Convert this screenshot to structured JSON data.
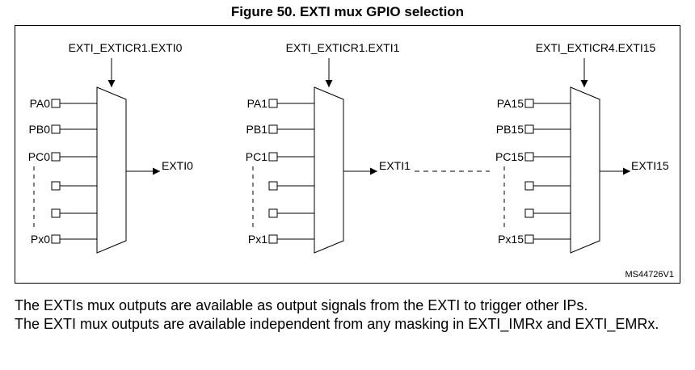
{
  "figure": {
    "title": "Figure 50. EXTI mux GPIO selection"
  },
  "muxes": [
    {
      "select_label": "EXTI_EXTICR1.EXTI0",
      "inputs": [
        "PA0",
        "PB0",
        "PC0",
        "",
        "",
        "Px0"
      ],
      "output": "EXTI0"
    },
    {
      "select_label": "EXTI_EXTICR1.EXTI1",
      "inputs": [
        "PA1",
        "PB1",
        "PC1",
        "",
        "",
        "Px1"
      ],
      "output": "EXTI1"
    },
    {
      "select_label": "EXTI_EXTICR4.EXTI15",
      "inputs": [
        "PA15",
        "PB15",
        "PC15",
        "",
        "",
        "Px15"
      ],
      "output": "EXTI15"
    }
  ],
  "reference_code": "MS44726V1",
  "description": [
    "The EXTIs mux outputs are available as output signals from the EXTI to trigger other IPs.",
    "The EXTI mux outputs are available independent from any masking in EXTI_IMRx and EXTI_EMRx."
  ]
}
